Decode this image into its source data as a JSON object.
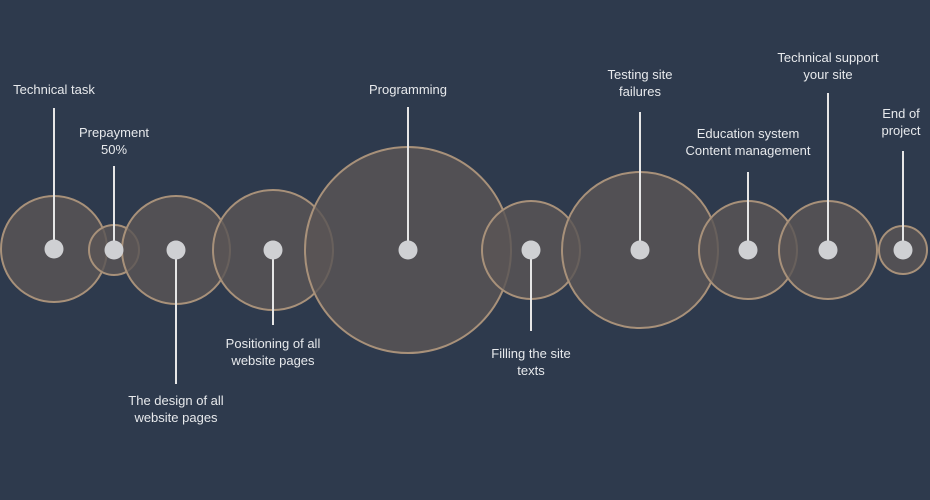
{
  "colors": {
    "background": "#2e3a4d",
    "circle_fill": "#5a5656",
    "circle_stroke": "#a8917a",
    "connector": "#e6e6e6",
    "dot": "#cfd0d3",
    "label_text": "#e7e9ec"
  },
  "stages": [
    {
      "id": "technical-task",
      "lines": [
        "Technical task"
      ]
    },
    {
      "id": "prepayment",
      "lines": [
        "Prepayment",
        "50%"
      ]
    },
    {
      "id": "design",
      "lines": [
        "The design of all",
        "website pages"
      ]
    },
    {
      "id": "positioning",
      "lines": [
        "Positioning of all",
        "website pages"
      ]
    },
    {
      "id": "programming",
      "lines": [
        "Programming"
      ]
    },
    {
      "id": "filling-texts",
      "lines": [
        "Filling the site",
        "texts"
      ]
    },
    {
      "id": "testing",
      "lines": [
        "Testing site",
        "failures"
      ]
    },
    {
      "id": "education",
      "lines": [
        "Education system",
        "Content management"
      ]
    },
    {
      "id": "support",
      "lines": [
        "Technical support",
        "your site"
      ]
    },
    {
      "id": "end",
      "lines": [
        "End of",
        "project"
      ]
    }
  ]
}
